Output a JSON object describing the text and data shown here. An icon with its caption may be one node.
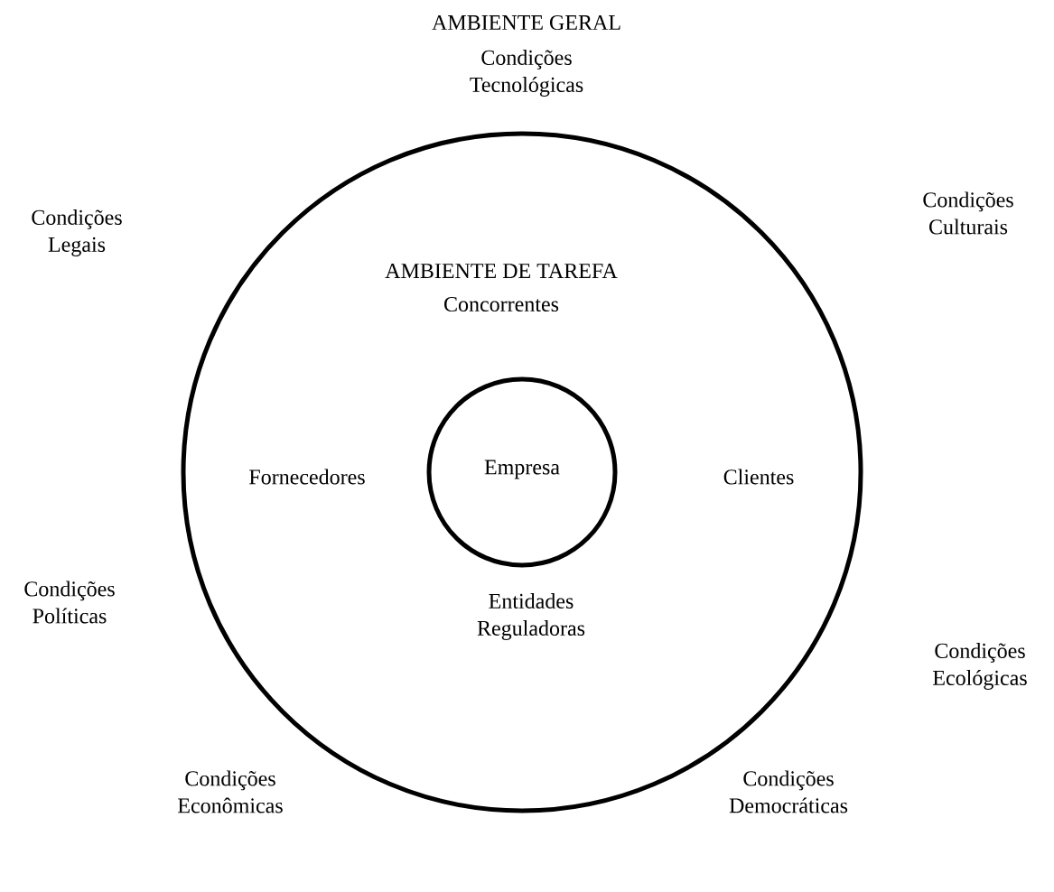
{
  "diagram": {
    "nodes": [
      {
        "text": [
          "AMBIENTE DE TAREFA",
          "Concorrentes",
          "Fornecedores",
          "Clientes",
          "Entidades Reguladoras"
        ]
      },
      {
        "text": [
          "Empresa"
        ],
        "in": 0
      }
    ],
    "labels": [
      "AMBIENTE GERAL",
      "Condições Tecnológicas",
      "Condições Legais",
      "Condições Culturais",
      "Condições Políticas",
      "Condições Ecológicas",
      "Condições Econômicas",
      "Condições Democráticas"
    ]
  }
}
